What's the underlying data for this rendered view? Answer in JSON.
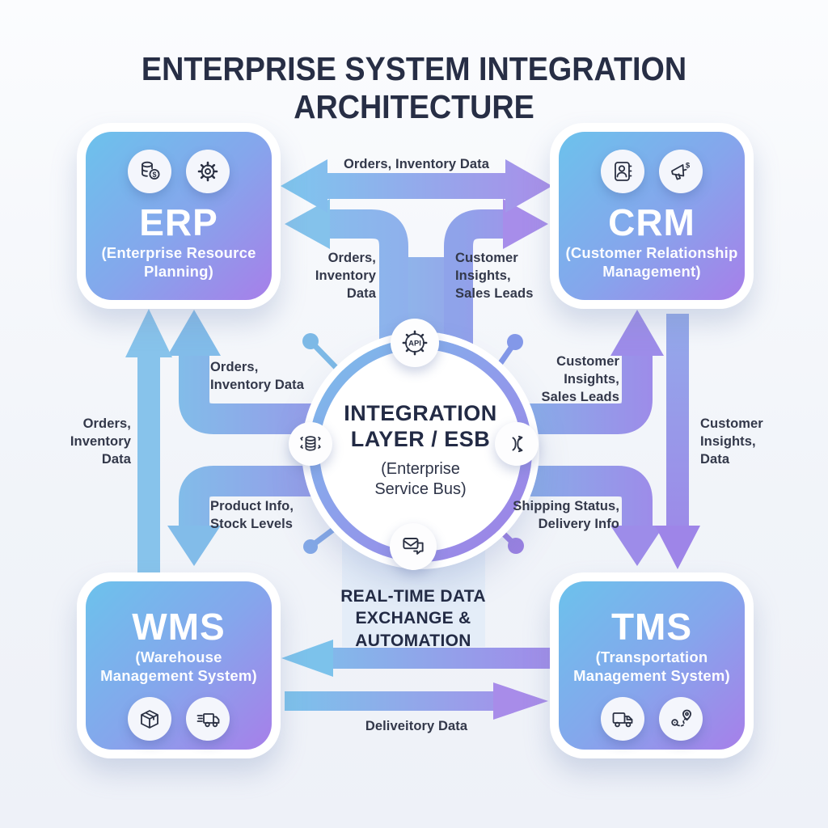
{
  "title": "ENTERPRISE SYSTEM INTEGRATION ARCHITECTURE",
  "systems": {
    "erp": {
      "abbr": "ERP",
      "full": "(Enterprise Resource\nPlanning)",
      "icons": [
        "coins-dollar-icon",
        "gear-icon"
      ]
    },
    "crm": {
      "abbr": "CRM",
      "full": "(Customer Relationship\nManagement)",
      "icons": [
        "contact-book-icon",
        "megaphone-dollar-icon"
      ]
    },
    "wms": {
      "abbr": "WMS",
      "full": "(Warehouse\nManagement System)",
      "icons": [
        "package-icon",
        "delivery-truck-icon"
      ]
    },
    "tms": {
      "abbr": "TMS",
      "full": "(Transportation\nManagement System)",
      "icons": [
        "truck-icon",
        "route-pins-icon"
      ]
    }
  },
  "center": {
    "title": "INTEGRATION\nLAYER / ESB",
    "subtitle": "(Enterprise\nService Bus)",
    "api": "API",
    "satellite_icons": [
      "api-gear-icon",
      "database-sync-icon",
      "shuffle-arrows-icon",
      "mail-chat-icon"
    ]
  },
  "banner": "REAL-TIME DATA\nEXCHANGE &\nAUTOMATION",
  "flows": {
    "top": "Orders, Inventory Data",
    "top_left": "Orders,\nInventory\nData",
    "top_right": "Customer\nInsights,\nSales Leads",
    "mid_left_upper": "Orders,\nInventory Data",
    "mid_left_lower": "Product Info,\nStock Levels",
    "far_left": "Orders,\nInventory\nData",
    "mid_right_upper": "Customer\nInsights,\nSales Leads",
    "mid_right_lower": "Shipping Status,\nDelivery Info",
    "far_right": "Customer\nInsights,\nData",
    "bottom": "Deliveitory Data"
  },
  "icons": {
    "dollar": "$"
  },
  "colors": {
    "box_gradient_start": "#6cc2ec",
    "box_gradient_end": "#a77fe9",
    "arrow_blue": "#7dc3ea",
    "arrow_purple": "#a58ce9",
    "heading_dark": "#232b45",
    "label_dark": "#33384a",
    "background": "#f1f4f9"
  }
}
